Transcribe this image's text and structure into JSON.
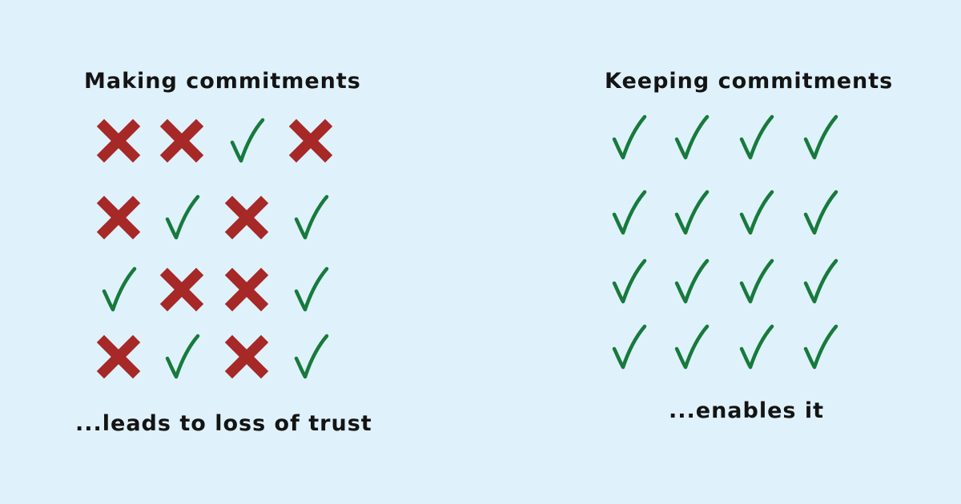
{
  "colors": {
    "background": "#dff1fb",
    "text": "#141414",
    "check": "#177a3c",
    "cross": "#a62827"
  },
  "left_panel": {
    "heading": "Making commitments",
    "caption": "...leads to loss of trust",
    "grid": [
      [
        "cross",
        "cross",
        "check",
        "cross"
      ],
      [
        "cross",
        "check",
        "cross",
        "check"
      ],
      [
        "check",
        "cross",
        "cross",
        "check"
      ],
      [
        "cross",
        "check",
        "cross",
        "check"
      ]
    ]
  },
  "right_panel": {
    "heading": "Keeping commitments",
    "caption": "...enables it",
    "grid": [
      [
        "check",
        "check",
        "check",
        "check"
      ],
      [
        "check",
        "check",
        "check",
        "check"
      ],
      [
        "check",
        "check",
        "check",
        "check"
      ],
      [
        "check",
        "check",
        "check",
        "check"
      ]
    ]
  },
  "icons": {
    "check": "check-mark-icon",
    "cross": "cross-mark-icon"
  }
}
